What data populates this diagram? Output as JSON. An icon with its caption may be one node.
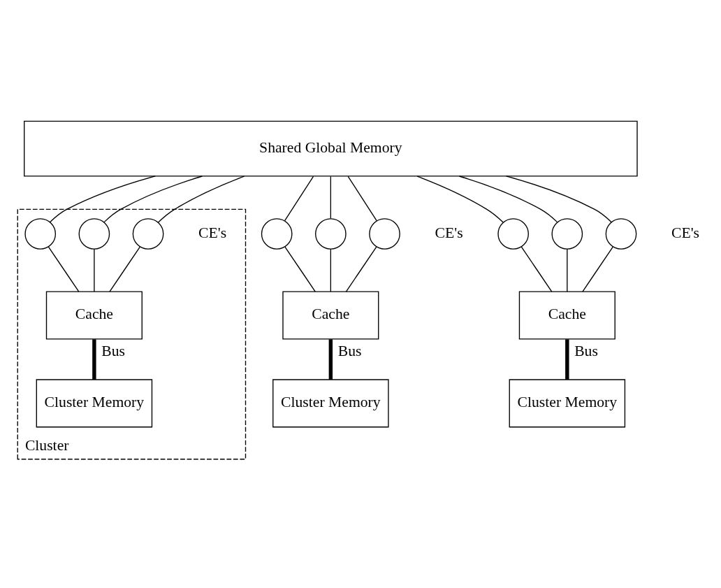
{
  "diagram": {
    "nodes": [
      {
        "text": [
          "Shared Global Memory"
        ]
      },
      {
        "text": [
          "Cluster"
        ]
      },
      {
        "text": [],
        "shape": "circle",
        "in": 1
      },
      {
        "text": [],
        "shape": "circle",
        "in": 1
      },
      {
        "text": [],
        "shape": "circle",
        "in": 1,
        "beside": [
          "CE's"
        ]
      },
      {
        "text": [
          "Cache"
        ],
        "in": 1
      },
      {
        "text": [
          "Cluster Memory"
        ],
        "in": 1
      },
      {
        "text": [],
        "shape": "circle"
      },
      {
        "text": [],
        "shape": "circle"
      },
      {
        "text": [],
        "shape": "circle",
        "beside": [
          "CE's"
        ]
      },
      {
        "text": [
          "Cache"
        ]
      },
      {
        "text": [
          "Cluster Memory"
        ]
      },
      {
        "text": [],
        "shape": "circle"
      },
      {
        "text": [],
        "shape": "circle"
      },
      {
        "text": [],
        "shape": "circle",
        "beside": [
          "CE's"
        ]
      },
      {
        "text": [
          "Cache"
        ]
      },
      {
        "text": [
          "Cluster Memory"
        ]
      }
    ],
    "edges": [
      {
        "from": 0,
        "to": 2,
        "arrow": "none"
      },
      {
        "from": 0,
        "to": 3,
        "arrow": "none"
      },
      {
        "from": 0,
        "to": 4,
        "arrow": "none"
      },
      {
        "from": 0,
        "to": 7,
        "arrow": "none"
      },
      {
        "from": 0,
        "to": 8,
        "arrow": "none"
      },
      {
        "from": 0,
        "to": 9,
        "arrow": "none"
      },
      {
        "from": 0,
        "to": 12,
        "arrow": "none"
      },
      {
        "from": 0,
        "to": 13,
        "arrow": "none"
      },
      {
        "from": 0,
        "to": 14,
        "arrow": "none"
      },
      {
        "from": 2,
        "to": 5,
        "arrow": "none"
      },
      {
        "from": 3,
        "to": 5,
        "arrow": "none"
      },
      {
        "from": 4,
        "to": 5,
        "arrow": "none"
      },
      {
        "from": 7,
        "to": 10,
        "arrow": "none"
      },
      {
        "from": 8,
        "to": 10,
        "arrow": "none"
      },
      {
        "from": 9,
        "to": 10,
        "arrow": "none"
      },
      {
        "from": 12,
        "to": 15,
        "arrow": "none"
      },
      {
        "from": 13,
        "to": 15,
        "arrow": "none"
      },
      {
        "from": 14,
        "to": 15,
        "arrow": "none"
      },
      {
        "from": 5,
        "to": 6,
        "arrow": "none",
        "label": "Bus",
        "style": "thick"
      },
      {
        "from": 10,
        "to": 11,
        "arrow": "none",
        "label": "Bus",
        "style": "thick"
      },
      {
        "from": 15,
        "to": 16,
        "arrow": "none",
        "label": "Bus",
        "style": "thick"
      }
    ]
  }
}
